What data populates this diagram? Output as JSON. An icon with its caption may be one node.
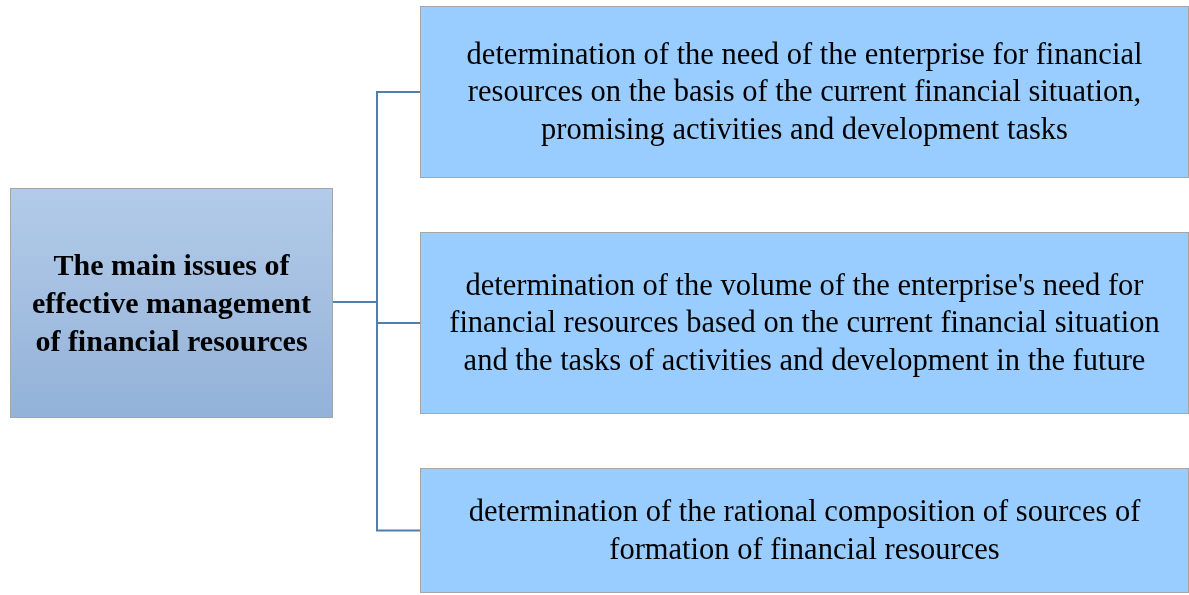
{
  "diagram": {
    "nodes": [
      {
        "text": [
          "The main issues of effective management of financial resources"
        ]
      },
      {
        "text": [
          "determination of the need of the enterprise for financial resources on the basis of the current financial situation, promising activities and development tasks"
        ]
      },
      {
        "text": [
          "determination of the volume of the enterprise's need for financial resources based on the current financial situation and the tasks of activities and development in the future"
        ]
      },
      {
        "text": [
          "determination of the rational composition of sources of formation of financial resources"
        ]
      }
    ],
    "edges": [
      {
        "from": 0,
        "to": 1,
        "arrow": "none"
      },
      {
        "from": 0,
        "to": 2,
        "arrow": "none"
      },
      {
        "from": 0,
        "to": 3,
        "arrow": "none"
      }
    ]
  }
}
